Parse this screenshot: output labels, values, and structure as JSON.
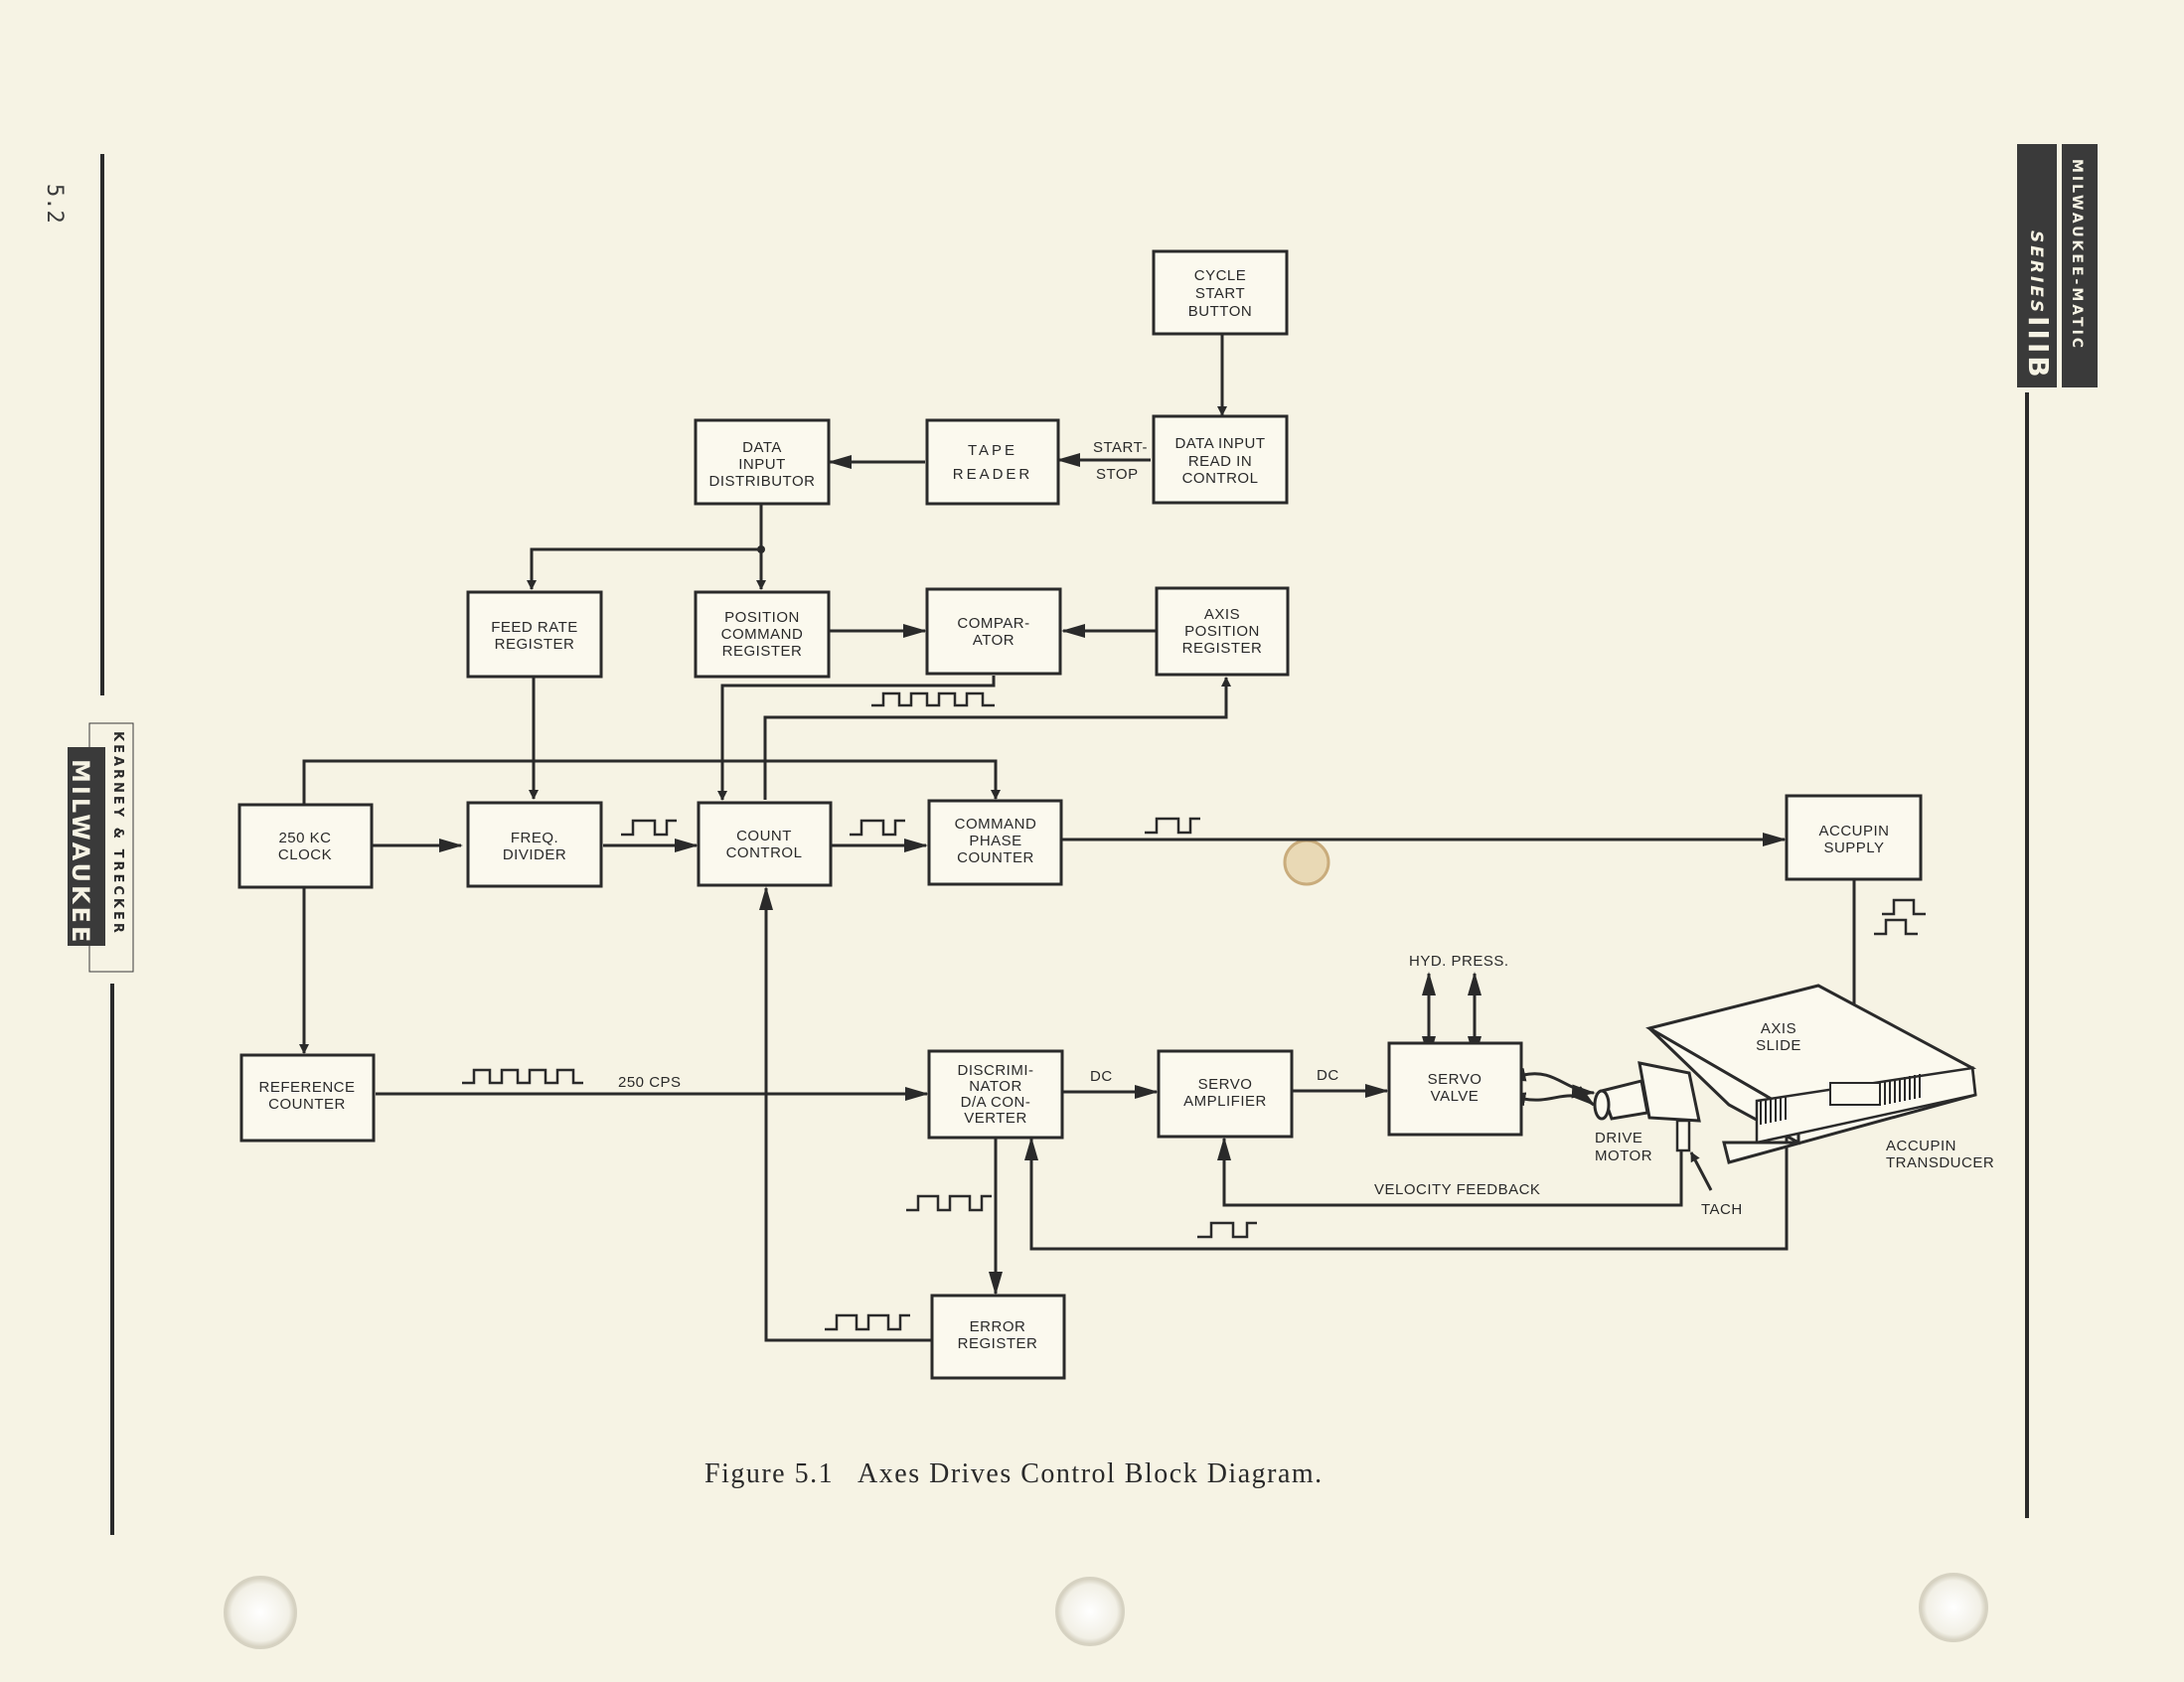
{
  "page_number": "5.2",
  "caption": "Figure 5.1   Axes Drives Control Block Diagram.",
  "brand_left": {
    "small": "KEARNEY & TRECKER",
    "large": "MILWAUKEE"
  },
  "brand_right": {
    "top": "MILWAUKEE-MATIC",
    "series": "SERIES",
    "model": "IIIB"
  },
  "blocks": {
    "cycle_start": [
      "CYCLE",
      "START",
      "BUTTON"
    ],
    "data_input_read": [
      "DATA INPUT",
      "READ  IN",
      "CONTROL"
    ],
    "tape_reader": [
      "TAPE",
      "READER"
    ],
    "data_input_dist": [
      "DATA",
      "INPUT",
      "DISTRIBUTOR"
    ],
    "feed_rate": [
      "FEED  RATE",
      "REGISTER"
    ],
    "position_cmd": [
      "POSITION",
      "COMMAND",
      "REGISTER"
    ],
    "comparator": [
      "COMPAR-",
      "ATOR"
    ],
    "axis_position": [
      "AXIS",
      "POSITION",
      "REGISTER"
    ],
    "clock": [
      "250  KC",
      "CLOCK"
    ],
    "freq_divider": [
      "FREQ.",
      "DIVIDER"
    ],
    "count_control": [
      "COUNT",
      "CONTROL"
    ],
    "cmd_phase": [
      "COMMAND",
      "PHASE",
      "COUNTER"
    ],
    "accupin_supply": [
      "ACCUPIN",
      "SUPPLY"
    ],
    "ref_counter": [
      "REFERENCE",
      "COUNTER"
    ],
    "discriminator": [
      "DISCRIMI-",
      "NATOR",
      "D/A  CON-",
      "VERTER"
    ],
    "servo_amp": [
      "SERVO",
      "AMPLIFIER"
    ],
    "servo_valve": [
      "SERVO",
      "VALVE"
    ],
    "error_register": [
      "ERROR",
      "REGISTER"
    ]
  },
  "labels": {
    "start": "START-",
    "stop": "STOP",
    "cps": "250  CPS",
    "dc1": "DC",
    "dc2": "DC",
    "hyd_press": "HYD.  PRESS.",
    "axis_slide": [
      "AXIS",
      "SLIDE"
    ],
    "drive_motor": [
      "DRIVE",
      "MOTOR"
    ],
    "accupin_transducer": [
      "ACCUPIN",
      "TRANSDUCER"
    ],
    "tach": "TACH",
    "velocity_feedback": "VELOCITY  FEEDBACK"
  }
}
